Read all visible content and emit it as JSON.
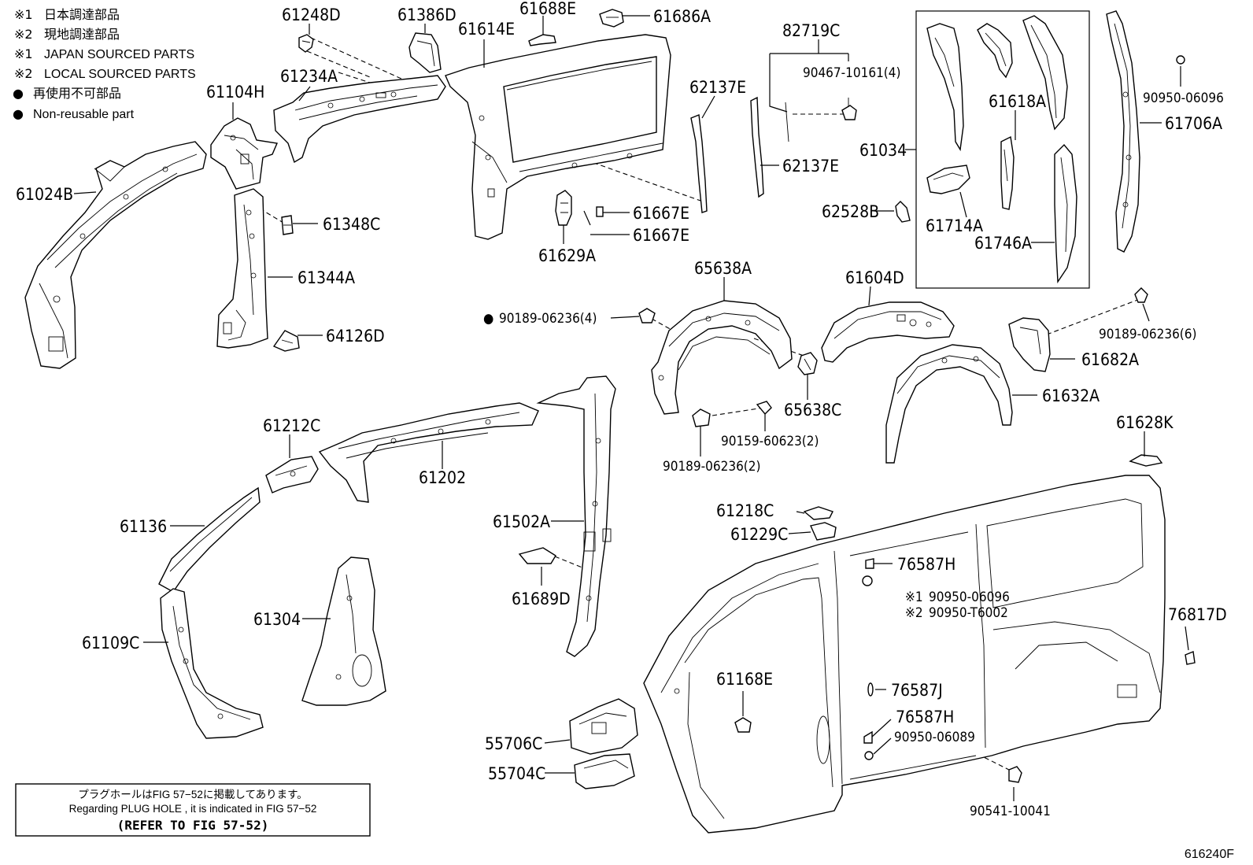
{
  "legend": [
    {
      "mark": "※1",
      "text": "日本調達部品"
    },
    {
      "mark": "※2",
      "text": "現地調達部品"
    },
    {
      "mark": "※1",
      "text": "JAPAN SOURCED PARTS"
    },
    {
      "mark": "※2",
      "text": "LOCAL SOURCED PARTS"
    },
    {
      "mark": "●",
      "text": "再使用不可部品"
    },
    {
      "mark": "●",
      "text": "Non-reusable part"
    }
  ],
  "parts": {
    "p61248D": "61248D",
    "p61386D": "61386D",
    "p61688E": "61688E",
    "p61686A": "61686A",
    "p61614E": "61614E",
    "p61234A": "61234A",
    "p61104H": "61104H",
    "p61024B": "61024B",
    "p61348C": "61348C",
    "p61344A": "61344A",
    "p64126D": "64126D",
    "p62137E_a": "62137E",
    "p62137E_b": "62137E",
    "p82719C": "82719C",
    "p90467_10161": "90467-10161(4)",
    "p61667E_a": "61667E",
    "p61667E_b": "61667E",
    "p61629A": "61629A",
    "p61034": "61034",
    "p62528B": "62528B",
    "p61618A": "61618A",
    "p61714A": "61714A",
    "p61746A": "61746A",
    "p90950_06096_top": "90950-06096",
    "p61706A": "61706A",
    "p65638A": "65638A",
    "p90189_06236_4": "90189-06236(4)",
    "p65638C": "65638C",
    "p90159_60623": "90159-60623(2)",
    "p90189_06236_2": "90189-06236(2)",
    "p61604D": "61604D",
    "p61632A": "61632A",
    "p90189_06236_6": "90189-06236(6)",
    "p61682A": "61682A",
    "p61628K": "61628K",
    "p61212C": "61212C",
    "p61202": "61202",
    "p61136": "61136",
    "p61502A": "61502A",
    "p61689D": "61689D",
    "p61109C": "61109C",
    "p61304": "61304",
    "p61218C": "61218C",
    "p61229C": "61229C",
    "p76587H_a": "76587H",
    "p90950_06096": "90950-06096",
    "p90950_T6002": "90950-T6002",
    "p76817D": "76817D",
    "p61168E": "61168E",
    "p76587J": "76587J",
    "p76587H_b": "76587H",
    "p90950_06089": "90950-06089",
    "p90541_10041": "90541-10041",
    "p55706C": "55706C",
    "p55704C": "55704C",
    "mark1": "※1",
    "mark2": "※2",
    "dot": "●"
  },
  "note": {
    "line1": "プラグホールはFIG 57−52に掲載してあります。",
    "line2": "Regarding  PLUG  HOLE , it is indicated in FIG  57−52",
    "line3": "(REFER TO FIG 57-52)"
  },
  "figure_id": "616240F"
}
